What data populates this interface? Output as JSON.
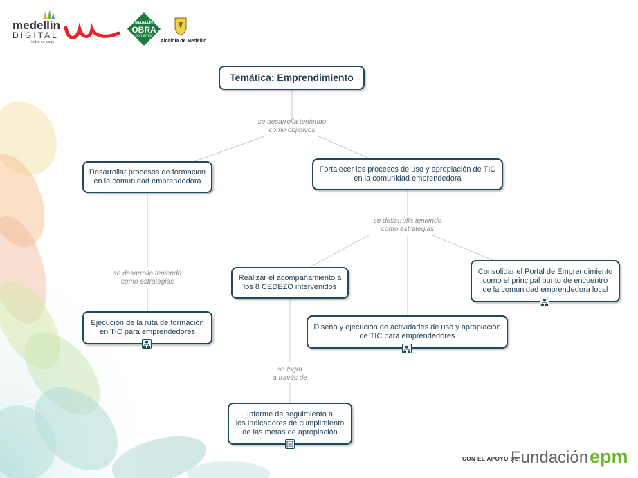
{
  "logos": {
    "medellin_1": "medellin",
    "medellin_2": "DIGITAL",
    "medellin_tag": "todos en juego",
    "une": "une",
    "obra_top": "MEDELLÍN",
    "obra_main": "OBRA",
    "obra_bottom": "con amor",
    "alcaldia": "Alcaldía de Medellín"
  },
  "concept_map": {
    "root": "Temática: Emprendimiento",
    "link_objetivos": [
      "se desarrolla teniendo",
      "como objetivos"
    ],
    "obj1": [
      "Desarrollar procesos de formación",
      "en la comunidad emprendedora"
    ],
    "obj2": [
      "Fortalecer los procesos de uso y apropiación de TIC",
      "en la comunidad emprendedora"
    ],
    "link_estr_left": [
      "se desarrolla teniendo",
      "como estrategias"
    ],
    "link_estr_right": [
      "se desarrolla teniendo",
      "como estrategias"
    ],
    "ruta": [
      "Ejecución de la ruta de formación",
      "en TIC para emprendedores"
    ],
    "acomp": [
      "Realizar el acompañamiento a",
      "los 8 CEDEZO intervenidos"
    ],
    "diseno": [
      "Diseño y ejecución de actividades de uso y apropiación",
      "de TIC para emprendedores"
    ],
    "portal": [
      "Consolidar el Portal de Emprendimiento",
      "como el principal punto de encuentro",
      "de la comunidad emprendedora local"
    ],
    "link_logra": [
      "se logra",
      "a través de"
    ],
    "informe": [
      "Informe de seguimiento a",
      "los indicadores de cumplimiento",
      "de las metas de apropiación"
    ]
  },
  "footer": {
    "prefix": "CON EL APOYO DE:",
    "fundacion": "Fundación",
    "epm": "epm"
  },
  "colors": {
    "node_border": "#1f4a5c",
    "node_text": "#1f3f56",
    "link_text": "#888888",
    "line": "#c8c8c8",
    "epm_green": "#6fb52c",
    "une_red": "#e3262e",
    "obra_green": "#1c7a3e"
  }
}
